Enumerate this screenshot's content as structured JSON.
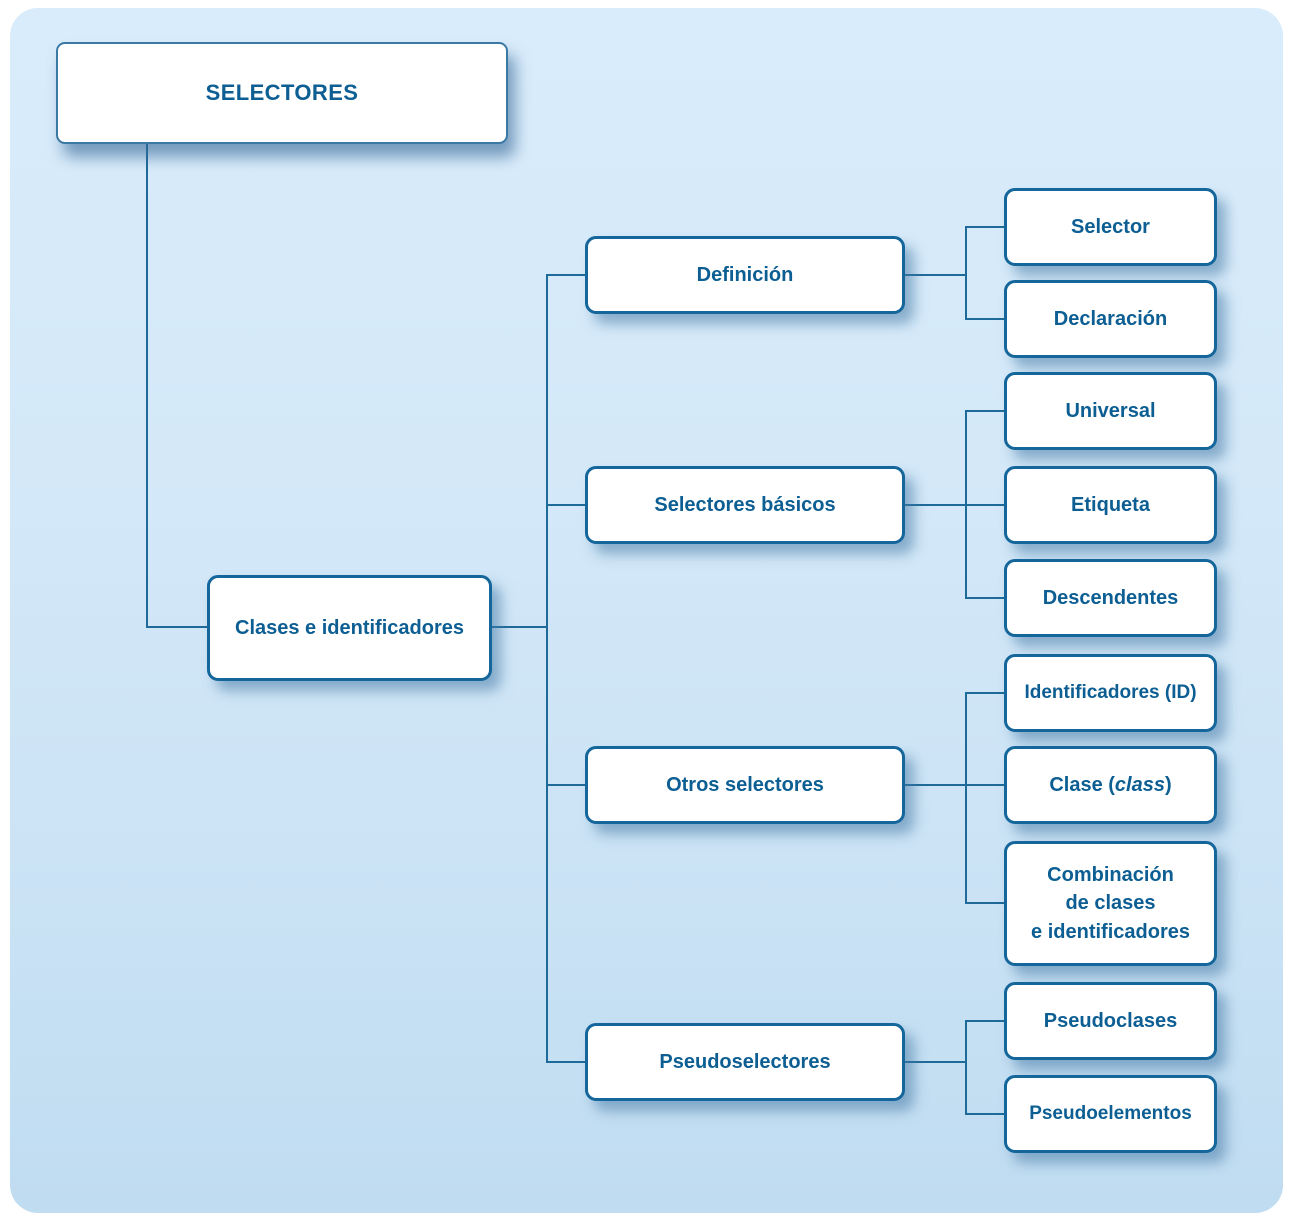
{
  "colors": {
    "card_background": "#d3e8f8",
    "node_border": "#15669a",
    "node_text": "#0c5e93",
    "connector": "#1e6a99",
    "shadow": "#6fa0c9"
  },
  "tree": {
    "root": {
      "label": "SELECTORES"
    },
    "trunk": {
      "label": "Clases e identificadores"
    },
    "groups": [
      {
        "parent": {
          "label": "Definición"
        },
        "children": [
          {
            "label": "Selector"
          },
          {
            "label": "Declaración"
          }
        ]
      },
      {
        "parent": {
          "label": "Selectores básicos"
        },
        "children": [
          {
            "label": "Universal"
          },
          {
            "label": "Etiqueta"
          },
          {
            "label": "Descendentes"
          }
        ]
      },
      {
        "parent": {
          "label": "Otros selectores"
        },
        "children": [
          {
            "label": "Identificadores (ID)"
          },
          {
            "label": "Clase (class)",
            "prefix": "Clase (",
            "italic": "class",
            "suffix": ")"
          },
          {
            "label": "Combinación de clases e identificadores",
            "lines": [
              "Combinación",
              "de clases",
              "e identificadores"
            ]
          }
        ]
      },
      {
        "parent": {
          "label": "Pseudoselectores"
        },
        "children": [
          {
            "label": "Pseudoclases"
          },
          {
            "label": "Pseudoelementos"
          }
        ]
      }
    ]
  }
}
